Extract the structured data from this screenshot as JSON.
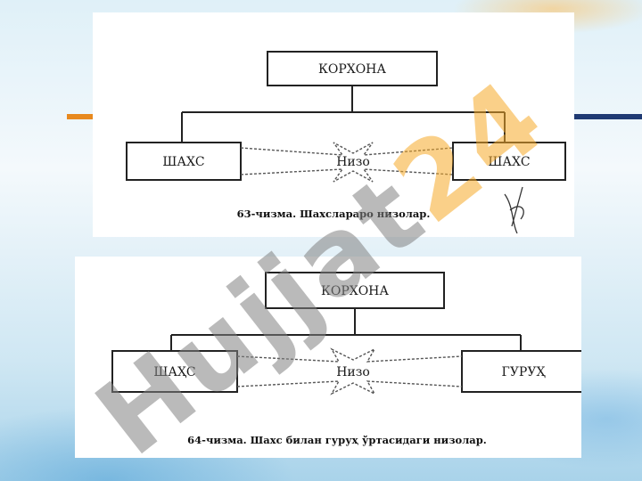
{
  "diagram_1": {
    "top_box": "КОРХОНА",
    "left_box": "ШАХС",
    "right_box": "ШАХС",
    "conflict_label": "Низо",
    "caption": "63-чизма. Шахслараро низолар."
  },
  "diagram_2": {
    "top_box": "КОРХОНА",
    "left_box": "ШАҲС",
    "right_box": "ГУРУҲ",
    "conflict_label": "Низо",
    "caption": "64-чизма. Шахс билан гуруҳ ўртасидаги низолар."
  },
  "watermark": {
    "text_main": "Hujjat",
    "text_accent": "24"
  },
  "colors": {
    "accent_orange": "#e8891e",
    "accent_navy": "#1f3a73",
    "watermark_gray": "#828282",
    "watermark_orange": "#f5aa28"
  }
}
